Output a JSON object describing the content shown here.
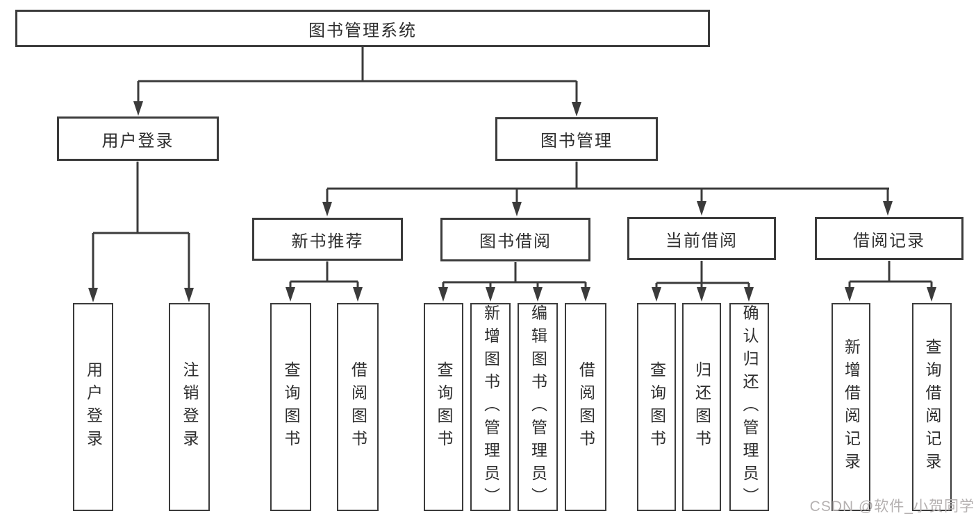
{
  "tree": {
    "label": "图书管理系统",
    "children": [
      {
        "label": "用户登录",
        "children": [
          {
            "label": "用户登录"
          },
          {
            "label": "注销登录"
          }
        ]
      },
      {
        "label": "图书管理",
        "children": [
          {
            "label": "新书推荐",
            "children": [
              {
                "label": "查询图书"
              },
              {
                "label": "借阅图书"
              }
            ]
          },
          {
            "label": "图书借阅",
            "children": [
              {
                "label": "查询图书"
              },
              {
                "label": "新增图书（管理员）"
              },
              {
                "label": "编辑图书（管理员）"
              },
              {
                "label": "借阅图书"
              }
            ]
          },
          {
            "label": "当前借阅",
            "children": [
              {
                "label": "查询图书"
              },
              {
                "label": "归还图书"
              },
              {
                "label": "确认归还（管理员）"
              }
            ]
          },
          {
            "label": "借阅记录",
            "children": [
              {
                "label": "新增借阅记录"
              },
              {
                "label": "查询借阅记录"
              }
            ]
          }
        ]
      }
    ]
  },
  "watermark": {
    "text": "CSDN @软件_小贺同学"
  },
  "colors": {
    "line": "#3b3b3b",
    "text": "#2e2e2e",
    "watermark": "#b5b1b1",
    "background": "#ffffff"
  }
}
